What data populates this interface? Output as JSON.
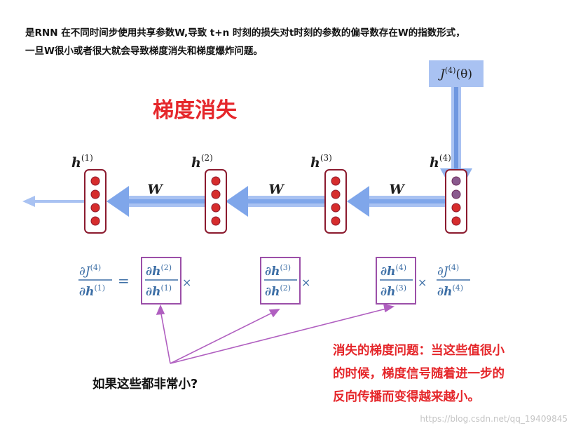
{
  "intro": {
    "line1": "是RNN 在不同时间步使用共享参数W,导致 t+n 时刻的损失对t时刻的参数的偏导数存在W的指数形式，",
    "line2": "一旦W很小或者很大就会导致梯度消失和梯度爆炸问题。"
  },
  "heading": "梯度消失",
  "loss": {
    "symbol": "J",
    "superscript": "(4)",
    "argument": "(θ)"
  },
  "hidden_states": [
    {
      "symbol": "h",
      "superscript": "(1)"
    },
    {
      "symbol": "h",
      "superscript": "(2)"
    },
    {
      "symbol": "h",
      "superscript": "(3)"
    },
    {
      "symbol": "h",
      "superscript": "(4)"
    }
  ],
  "weight_label": "W",
  "equation": {
    "lhs": {
      "num": "∂J",
      "num_sup": "(4)",
      "den": "∂h",
      "den_sup": "(1)"
    },
    "equals": "=",
    "times": "×",
    "terms": [
      {
        "num": "∂h",
        "num_sup": "(2)",
        "den": "∂h",
        "den_sup": "(1)"
      },
      {
        "num": "∂h",
        "num_sup": "(3)",
        "den": "∂h",
        "den_sup": "(2)"
      },
      {
        "num": "∂h",
        "num_sup": "(4)",
        "den": "∂h",
        "den_sup": "(3)"
      }
    ],
    "rhs": {
      "num": "∂J",
      "num_sup": "(4)",
      "den": "∂h",
      "den_sup": "(4)"
    }
  },
  "question": "如果这些都非常小?",
  "note": {
    "line1": "消失的梯度问题：当这些值很小",
    "line2": "的时候，梯度信号随着进一步的",
    "line3": "反向传播而变得越来越小。"
  },
  "watermark": "https://blog.csdn.net/qq_19409845",
  "colors": {
    "accent_red": "#e5262a",
    "arrow_blue": "#7fa6ea",
    "node_border": "#8b1a2e",
    "node_dot": "#d62d2d",
    "bracket_purple": "#b05fc0",
    "equation_blue": "#3d6fa6"
  }
}
